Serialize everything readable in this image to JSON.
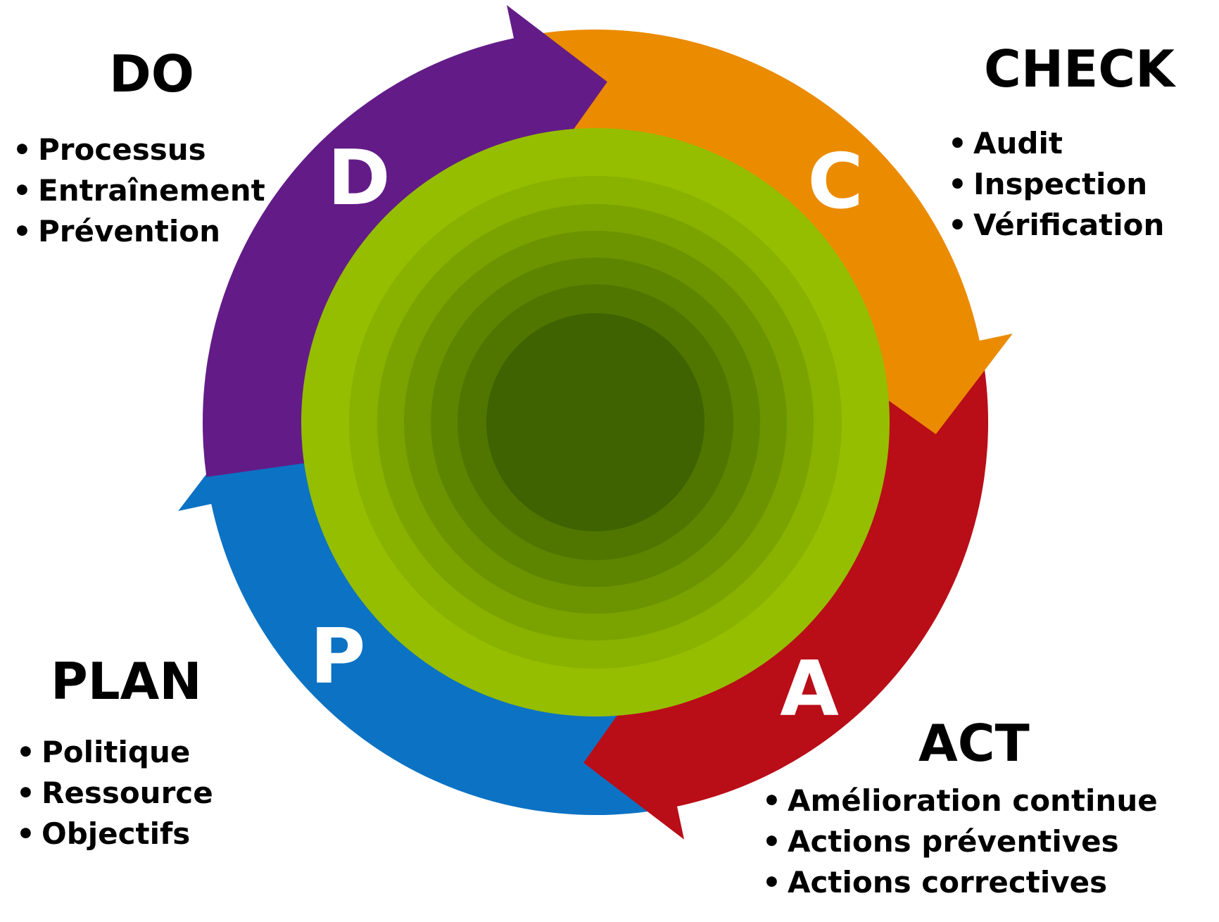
{
  "colors": {
    "do": "#631c87",
    "check": "#eb8b00",
    "act": "#b90d18",
    "plan": "#0c72c4",
    "center_rings": [
      "#95be00",
      "#88b100",
      "#7aa300",
      "#6c9400",
      "#5e8500",
      "#517600",
      "#3e6300"
    ]
  },
  "phases": {
    "do": {
      "letter": "D",
      "title": "DO",
      "items": [
        "Processus",
        "Entraînement",
        "Prévention"
      ]
    },
    "check": {
      "letter": "C",
      "title": "CHECK",
      "items": [
        "Audit",
        "Inspection",
        "Vérification"
      ]
    },
    "act": {
      "letter": "A",
      "title": "ACT",
      "items": [
        "Amélioration continue",
        "Actions préventives",
        "Actions correctives"
      ]
    },
    "plan": {
      "letter": "P",
      "title": "PLAN",
      "items": [
        "Politique",
        "Ressource",
        "Objectifs"
      ]
    }
  }
}
